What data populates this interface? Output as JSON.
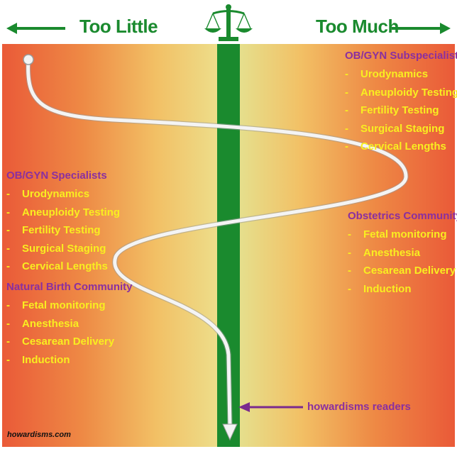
{
  "header": {
    "left_label": "Too Little",
    "right_label": "Too Much"
  },
  "colors": {
    "arrow_green": "#1a8a2e",
    "title_purple": "#8a2fa0",
    "item_yellow": "#f9ee20",
    "curve_white": "#f4f4f4"
  },
  "icons": {
    "balance": "balance-scale-icon"
  },
  "groups": {
    "subspecialists": {
      "title": "OB/GYN Subspecialists",
      "items": [
        "Urodynamics",
        "Aneuploidy Testing",
        "Fertility Testing",
        "Surgical Staging",
        "Cervical Lengths"
      ]
    },
    "specialists": {
      "title": "OB/GYN Specialists",
      "items": [
        "Urodynamics",
        "Aneuploidy Testing",
        "Fertility Testing",
        "Surgical Staging",
        "Cervical Lengths"
      ]
    },
    "natural_birth": {
      "title": "Natural Birth Community",
      "items": [
        "Fetal monitoring",
        "Anesthesia",
        "Cesarean Delivery",
        "Induction"
      ]
    },
    "obstetrics": {
      "title": "Obstetrics Community",
      "items": [
        "Fetal monitoring",
        "Anesthesia",
        "Cesarean Delivery",
        "Induction"
      ]
    }
  },
  "readers_label": "howardisms readers",
  "credit": "howardisms.com"
}
